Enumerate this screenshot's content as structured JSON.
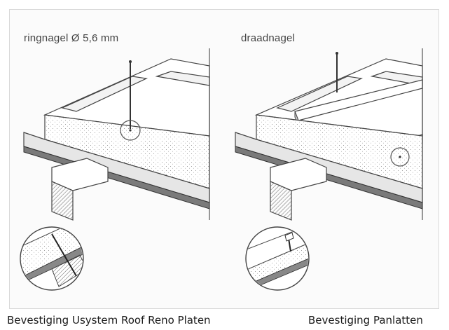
{
  "figure": {
    "left_panel": {
      "label": "ringnagel Ø 5,6 mm"
    },
    "right_panel": {
      "label": "draadnagel"
    }
  },
  "captions": {
    "left": "Bevestiging Usystem Roof Reno Platen",
    "right": "Bevestiging Panlatten"
  }
}
